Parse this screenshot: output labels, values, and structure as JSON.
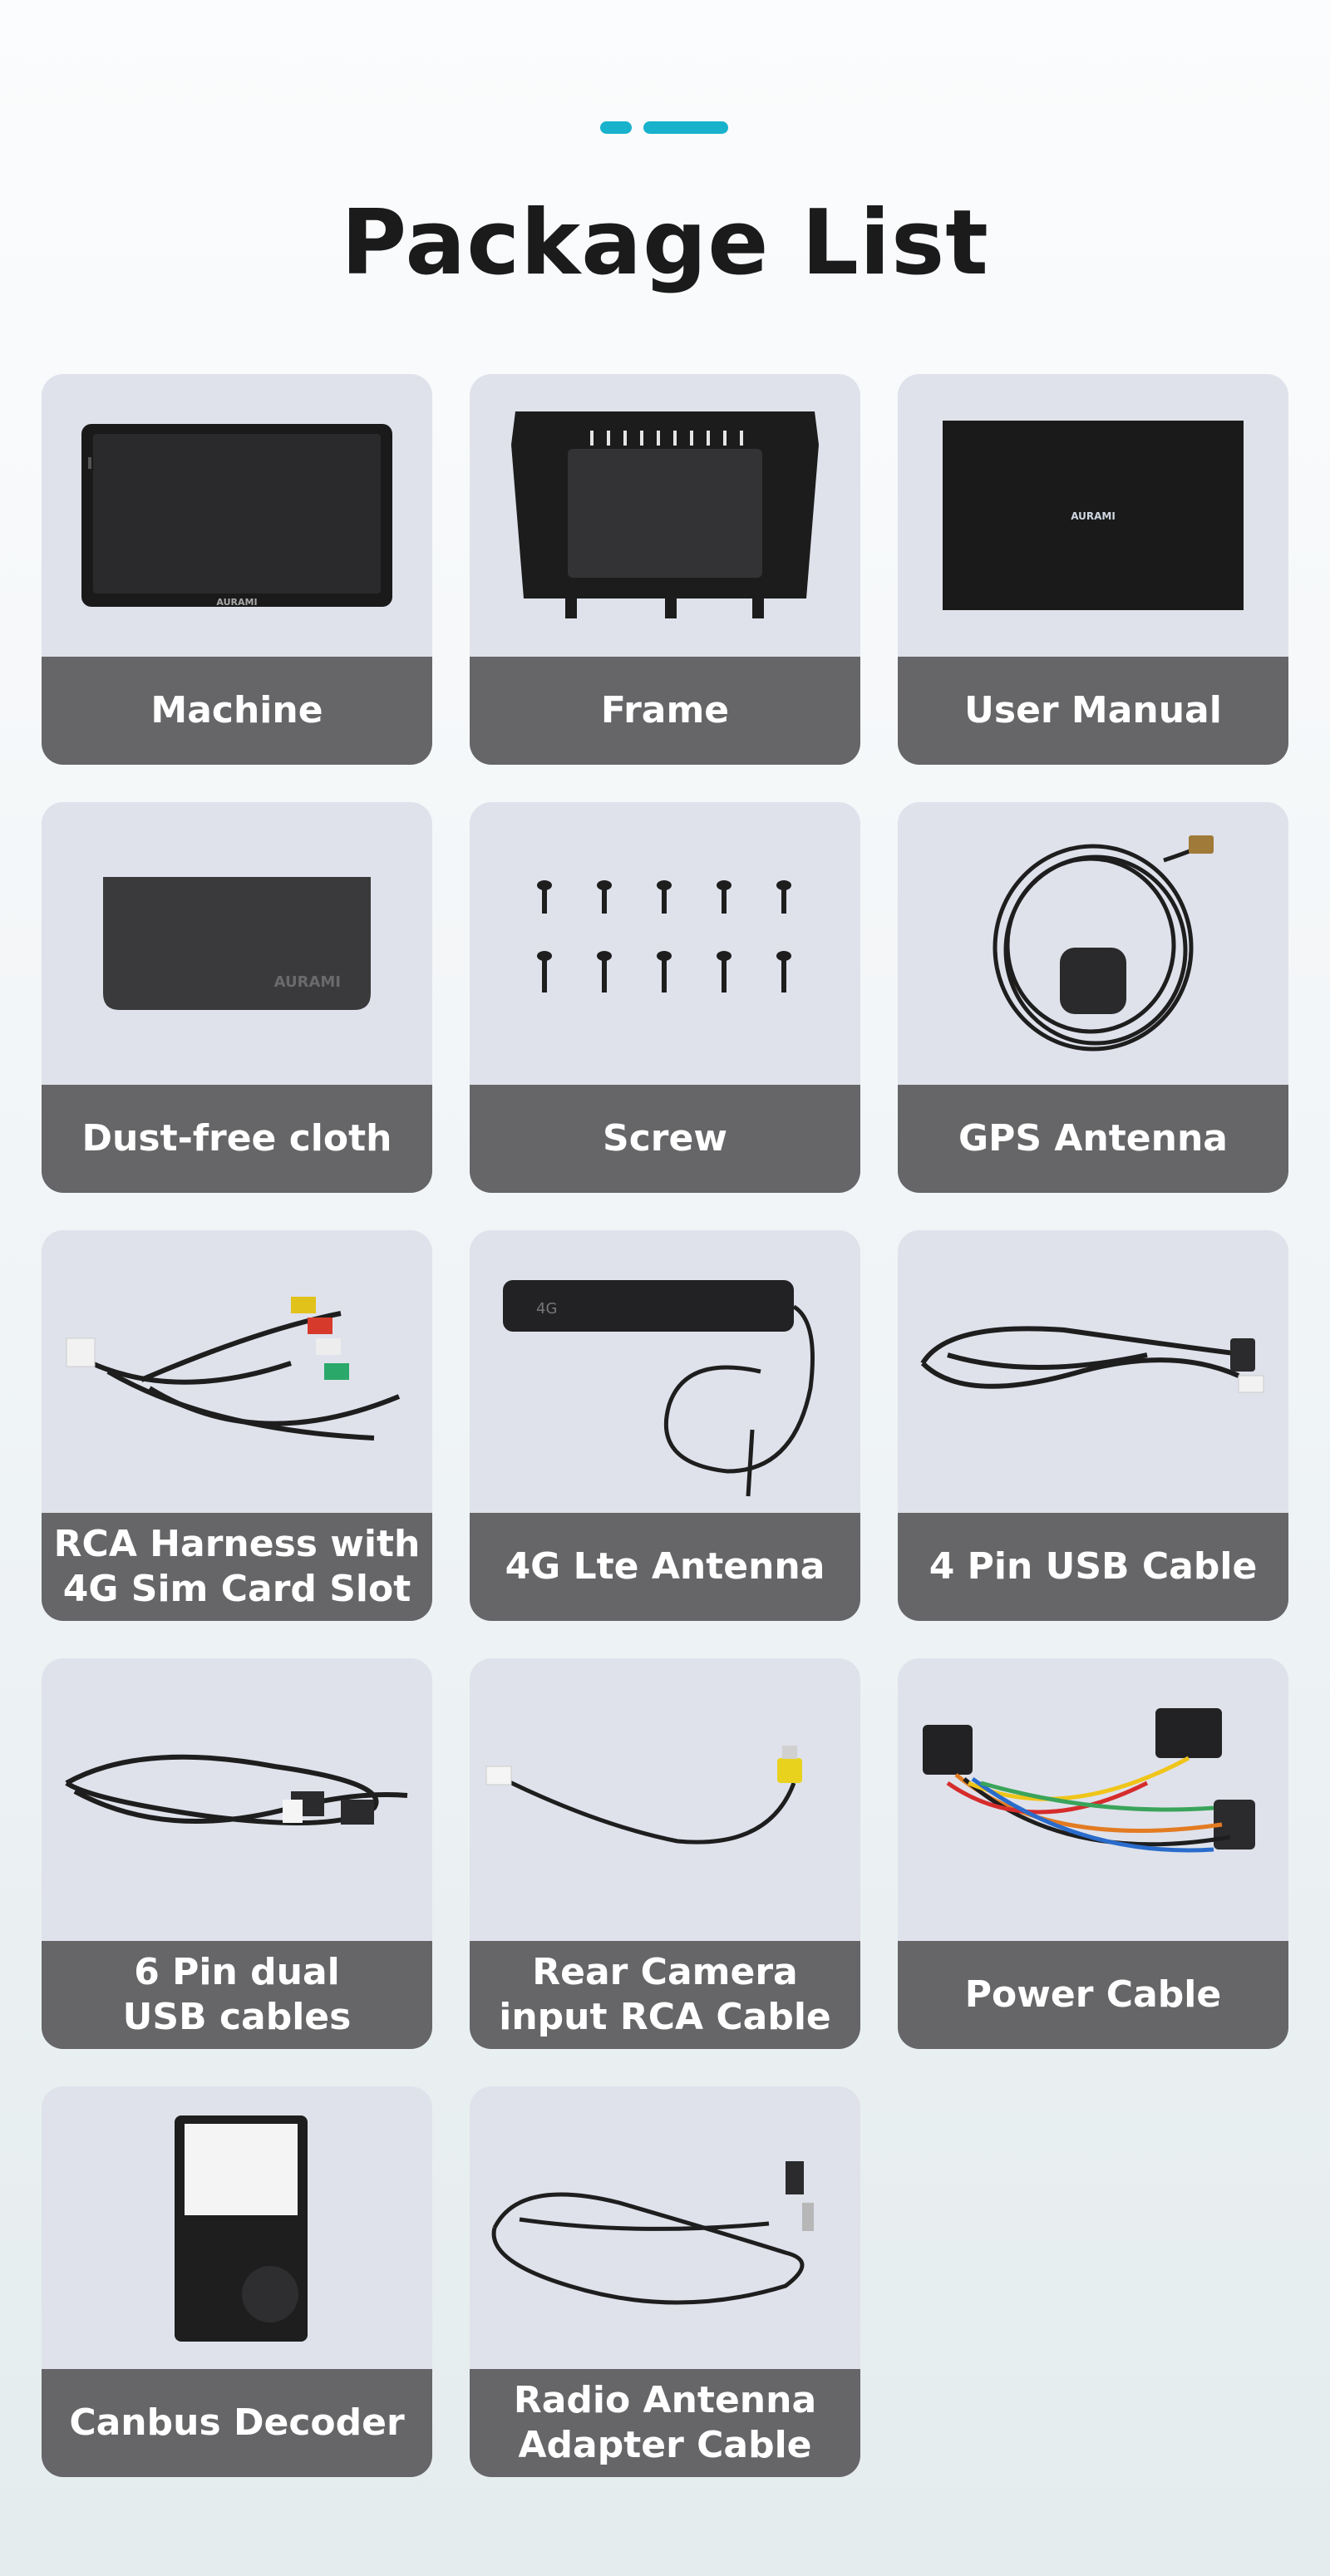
{
  "header": {
    "title": "Package List",
    "accent_color": "#18b2cc"
  },
  "items": [
    {
      "label": "Machine",
      "icon": "head-unit-screen-icon"
    },
    {
      "label": "Frame",
      "icon": "dash-frame-icon"
    },
    {
      "label": "User Manual",
      "icon": "manual-booklet-icon"
    },
    {
      "label": "Dust-free cloth",
      "icon": "cloth-icon"
    },
    {
      "label": "Screw",
      "icon": "screws-icon"
    },
    {
      "label": "GPS Antenna",
      "icon": "gps-antenna-icon"
    },
    {
      "label": "RCA Harness with\n4G Sim Card Slot",
      "icon": "rca-harness-icon"
    },
    {
      "label": "4G Lte Antenna",
      "icon": "lte-antenna-icon"
    },
    {
      "label": "4 Pin USB Cable",
      "icon": "usb-cable-icon"
    },
    {
      "label": "6 Pin dual\nUSB cables",
      "icon": "dual-usb-cable-icon"
    },
    {
      "label": "Rear Camera\ninput RCA Cable",
      "icon": "camera-rca-cable-icon"
    },
    {
      "label": "Power Cable",
      "icon": "power-harness-icon"
    },
    {
      "label": "Canbus Decoder",
      "icon": "canbus-decoder-icon"
    },
    {
      "label": "Radio Antenna\nAdapter Cable",
      "icon": "radio-antenna-adapter-icon"
    }
  ],
  "brand_marks": {
    "machine": "AURAMI",
    "manual": "AURAMI",
    "cloth": "AURAMI",
    "lte": "4G"
  }
}
